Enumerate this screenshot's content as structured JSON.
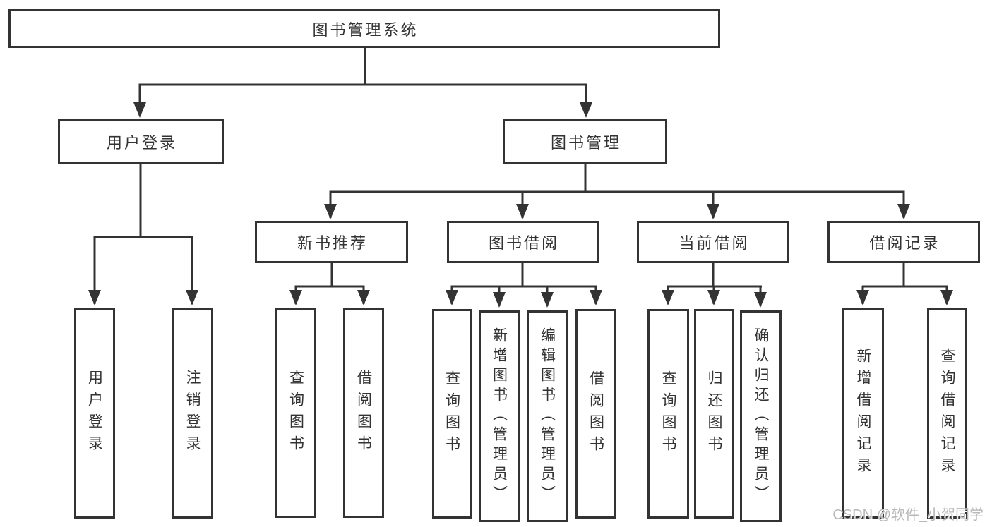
{
  "colors": {
    "line": "#333333",
    "box_border": "#333333",
    "box_fill": "#ffffff",
    "text": "#333333",
    "watermark": "#b8b8b8"
  },
  "root": {
    "label": "图书管理系统"
  },
  "level2": {
    "user_login": {
      "label": "用户登录"
    },
    "book_mgmt": {
      "label": "图书管理"
    }
  },
  "level3": {
    "new_book_rec": {
      "label": "新书推荐"
    },
    "book_borrow": {
      "label": "图书借阅"
    },
    "current_borrow": {
      "label": "当前借阅"
    },
    "borrow_record": {
      "label": "借阅记录"
    }
  },
  "leaves": {
    "user_login": [
      "用户登录",
      "注销登录"
    ],
    "new_book_rec": [
      "查询图书",
      "借阅图书"
    ],
    "book_borrow": [
      "查询图书",
      "新增图书（管理员）",
      "编辑图书（管理员）",
      "借阅图书"
    ],
    "current_borrow": [
      "查询图书",
      "归还图书",
      "确认归还（管理员）"
    ],
    "borrow_record": [
      "新增借阅记录",
      "查询借阅记录"
    ]
  },
  "watermark": {
    "text": "CSDN @软件_小贺同学"
  }
}
